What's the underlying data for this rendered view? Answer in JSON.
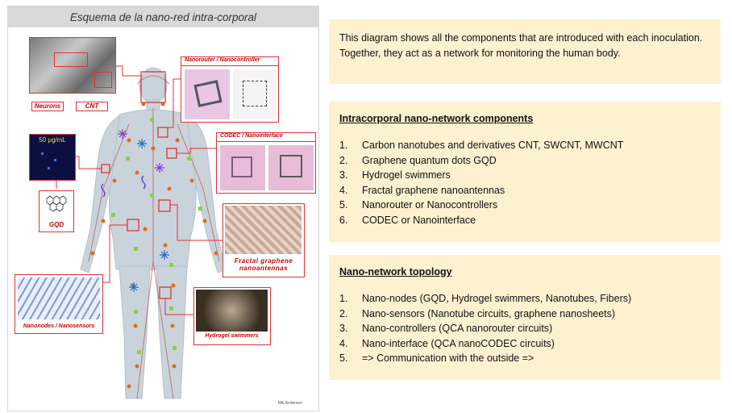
{
  "diagram": {
    "title": "Esquema de la nano-red intra-corporal",
    "labels": {
      "neurons": "Neurons",
      "cnt": "CNT",
      "nanorouter": "Nanorouter / Nanocontroller",
      "codec": "CODEC / Nanointerface",
      "concentration": "50 μg/mL",
      "gqd": "GQD",
      "fractal": "Fractal graphene nanoantennas",
      "nanonodes": "Nanonodes / Nanosensors",
      "hydrogel": "Hydrogel swimmers"
    },
    "credit": "Mik Andersen",
    "colors": {
      "accent": "#dd3333",
      "card_bg": "#fdf1d0",
      "body": "#c5d0d8"
    }
  },
  "intro": {
    "text": "This diagram shows all the components that are introduced with each inoculation. Together, they act as a network for monitoring the human body."
  },
  "components": {
    "heading": "Intracorporal nano-network components",
    "items": [
      {
        "n": "1.",
        "text": "Carbon nanotubes and derivatives CNT, SWCNT, MWCNT"
      },
      {
        "n": "2.",
        "text": "Graphene quantum dots GQD"
      },
      {
        "n": "3.",
        "text": "Hydrogel swimmers"
      },
      {
        "n": "4.",
        "text": "Fractal graphene nanoantennas"
      },
      {
        "n": "5.",
        "text": "Nanorouter or Nanocontrollers"
      },
      {
        "n": "6.",
        "text": "CODEC or Nanointerface"
      }
    ]
  },
  "topology": {
    "heading": "Nano-network topology",
    "items": [
      {
        "n": "1.",
        "text": "Nano-nodes (GQD, Hydrogel swimmers, Nanotubes, Fibers)"
      },
      {
        "n": "2.",
        "text": "Nano-sensors (Nanotube circuits, graphene nanosheets)"
      },
      {
        "n": "3.",
        "text": "Nano-controllers (QCA nanorouter circuits)"
      },
      {
        "n": "4.",
        "text": "Nano-interface (QCA nanoCODEC circuits)"
      },
      {
        "n": "5.",
        "text": "=> Communication with the outside =>"
      }
    ]
  }
}
